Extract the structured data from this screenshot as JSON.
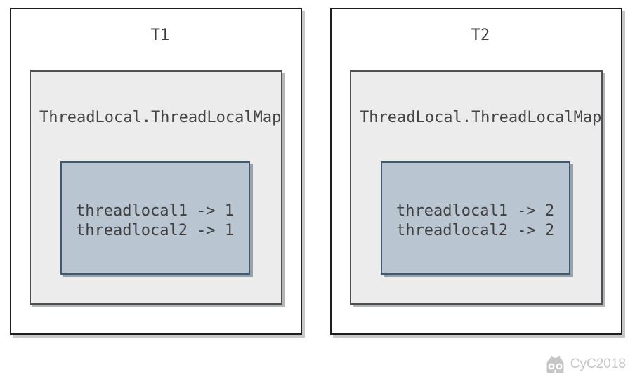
{
  "threads": [
    {
      "title": "T1",
      "map_label": "ThreadLocal.ThreadLocalMap",
      "entries": [
        "threadlocal1 -> 1",
        "threadlocal2 -> 1"
      ]
    },
    {
      "title": "T2",
      "map_label": "ThreadLocal.ThreadLocalMap",
      "entries": [
        "threadlocal1 -> 2",
        "threadlocal2 -> 2"
      ]
    }
  ],
  "watermark": {
    "label": "CyC2018",
    "icon": "cat-logo-icon"
  },
  "colors": {
    "outer_box_border": "#1d1d1d",
    "outer_box_shadow": "#c8c8c8",
    "map_fill": "#ececec",
    "map_border": "#4f4f4f",
    "map_shadow": "#b3b6b9",
    "entry_fill": "#b9c6d2",
    "entry_border": "#3d5a74",
    "entry_shadow": "#9aa1a7",
    "text": "#3f3f3f",
    "watermark": "#c5c5c5"
  }
}
